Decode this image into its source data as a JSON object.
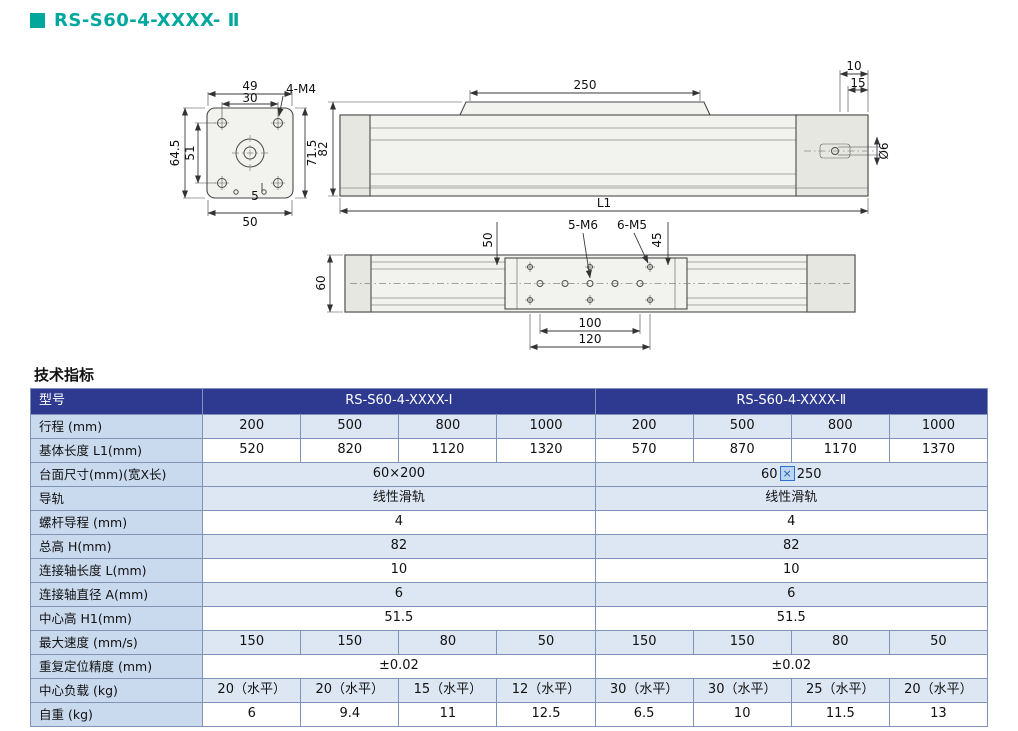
{
  "colors": {
    "accent_teal": "#00A79D",
    "table_header_bg": "#2E3A8F",
    "row_shaded_bg": "#DDE7F4",
    "label_col_bg": "#C9D9EE"
  },
  "page": {
    "title": "RS-S60-4-XXXX- Ⅱ"
  },
  "drawing": {
    "end_view": {
      "width_top": "49",
      "width_inner": "30",
      "holes_label": "4-M4",
      "height_outer": "64.5",
      "height_inner": "51",
      "height_right": "71.5",
      "offset_bottom": "5",
      "width_bottom": "50"
    },
    "side_view": {
      "carriage_length": "250",
      "shaft_len": "10",
      "shaft_step": "15",
      "total_height": "82",
      "overall_length": "L1",
      "shaft_dia": "Ø6"
    },
    "top_view": {
      "carriage_width_dim": "50",
      "holes_m6": "5-M6",
      "holes_m5": "6-M5",
      "dim_45": "45",
      "body_width": "60",
      "hole_pitch": "100",
      "hole_span": "120"
    }
  },
  "table": {
    "title": "技术指标",
    "col0_header": "型号",
    "models": [
      "RS-S60-4-XXXX-Ⅰ",
      "RS-S60-4-XXXX-Ⅱ"
    ],
    "rows": {
      "stroke": {
        "label": "行程 (mm)",
        "v": [
          "200",
          "500",
          "800",
          "1000",
          "200",
          "500",
          "800",
          "1000"
        ]
      },
      "base_length": {
        "label": "基体长度 L1(mm)",
        "v": [
          "520",
          "820",
          "1120",
          "1320",
          "570",
          "870",
          "1170",
          "1370"
        ]
      },
      "table_size": {
        "label": "台面尺寸(mm)(宽X长)",
        "v": [
          "60×200"
        ],
        "right_pre": "60",
        "right_mark": "×",
        "right_post": "250"
      },
      "rail": {
        "label": "导轨",
        "v": [
          "线性滑轨",
          "线性滑轨"
        ]
      },
      "screw_lead": {
        "label": "螺杆导程 (mm)",
        "v": [
          "4",
          "4"
        ]
      },
      "total_height": {
        "label": "总高 H(mm)",
        "v": [
          "82",
          "82"
        ]
      },
      "shaft_length": {
        "label": "连接轴长度 L(mm)",
        "v": [
          "10",
          "10"
        ]
      },
      "shaft_dia": {
        "label": "连接轴直径 A(mm)",
        "v": [
          "6",
          "6"
        ]
      },
      "center_height": {
        "label": "中心高 H1(mm)",
        "v": [
          "51.5",
          "51.5"
        ]
      },
      "max_speed": {
        "label": "最大速度 (mm/s)",
        "v": [
          "150",
          "150",
          "80",
          "50",
          "150",
          "150",
          "80",
          "50"
        ]
      },
      "repeatability": {
        "label": "重复定位精度 (mm)",
        "v": [
          "±0.02",
          "±0.02"
        ]
      },
      "center_load": {
        "label": "中心负载 (kg)",
        "v": [
          "20（水平）",
          "20（水平）",
          "15（水平）",
          "12（水平）",
          "30（水平）",
          "30（水平）",
          "25（水平）",
          "20（水平）"
        ]
      },
      "weight": {
        "label": "自重 (kg)",
        "v": [
          "6",
          "9.4",
          "11",
          "12.5",
          "6.5",
          "10",
          "11.5",
          "13"
        ]
      }
    }
  }
}
